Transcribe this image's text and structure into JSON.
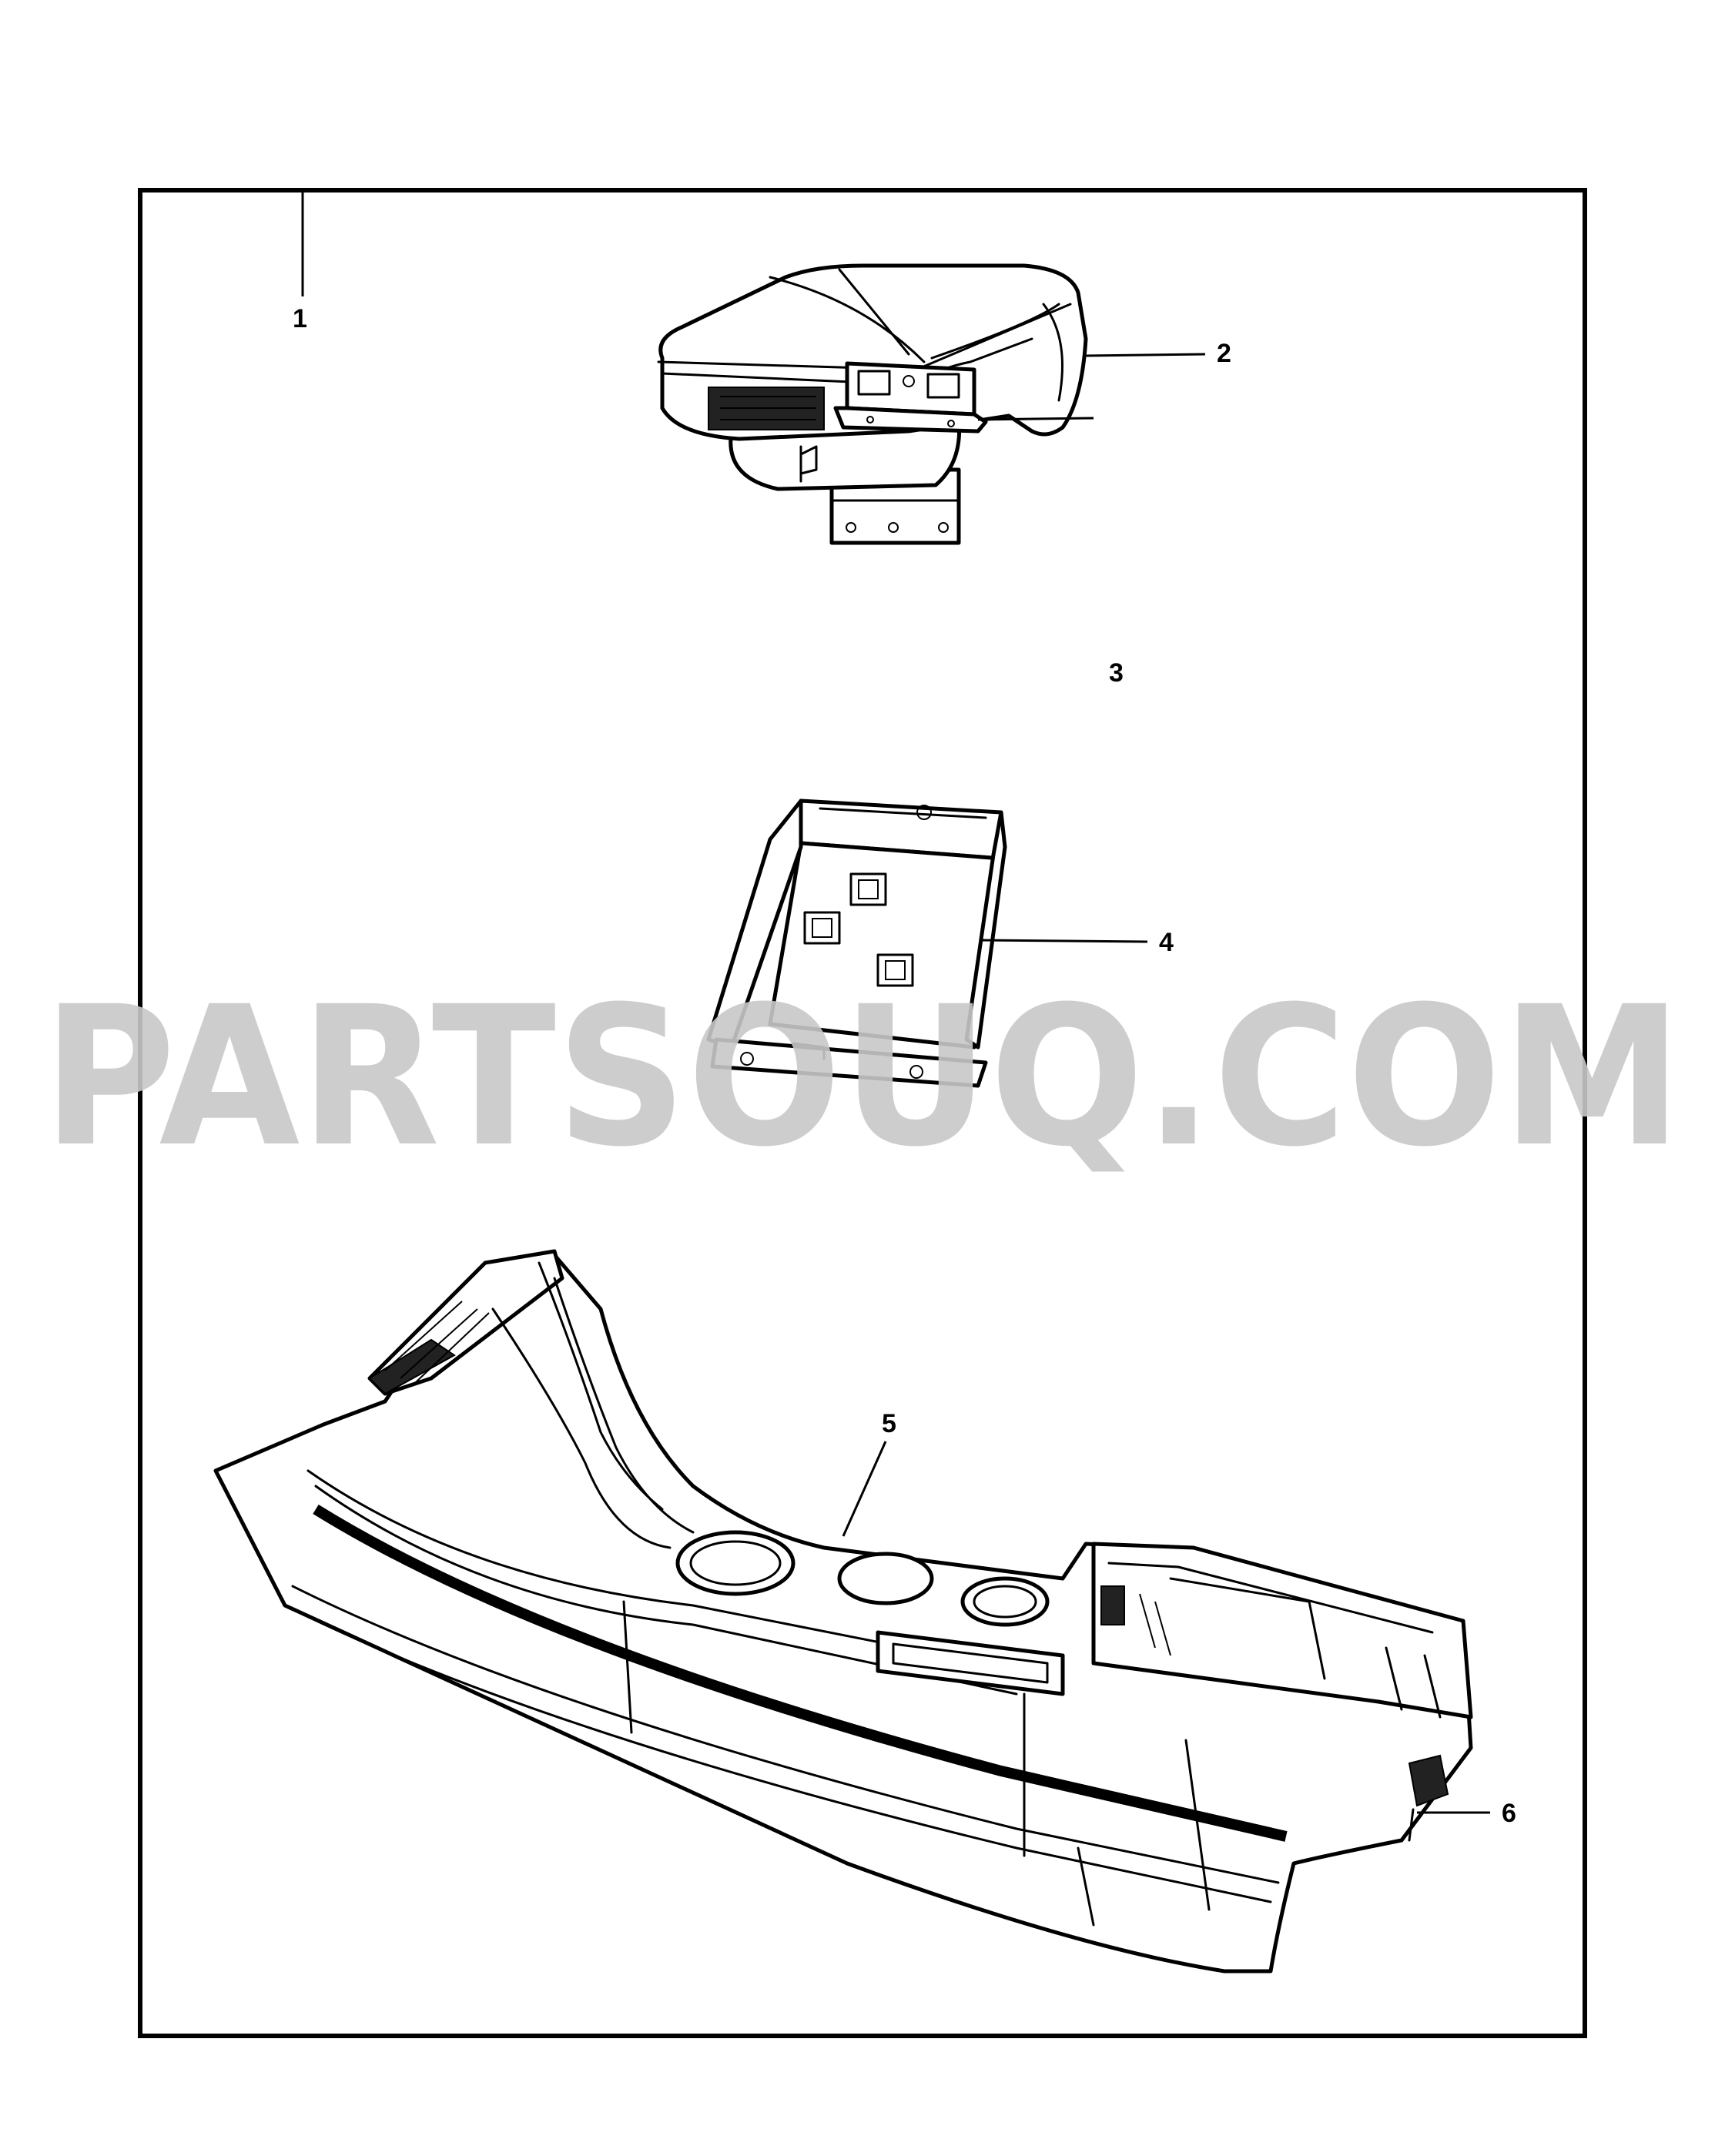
{
  "watermark": "PARTSOUQ.COM",
  "callouts": [
    "1",
    "2",
    "3",
    "4",
    "5",
    "6"
  ],
  "colors": {
    "line": "#000000",
    "background": "#ffffff",
    "watermark": "#c8c8c8"
  }
}
